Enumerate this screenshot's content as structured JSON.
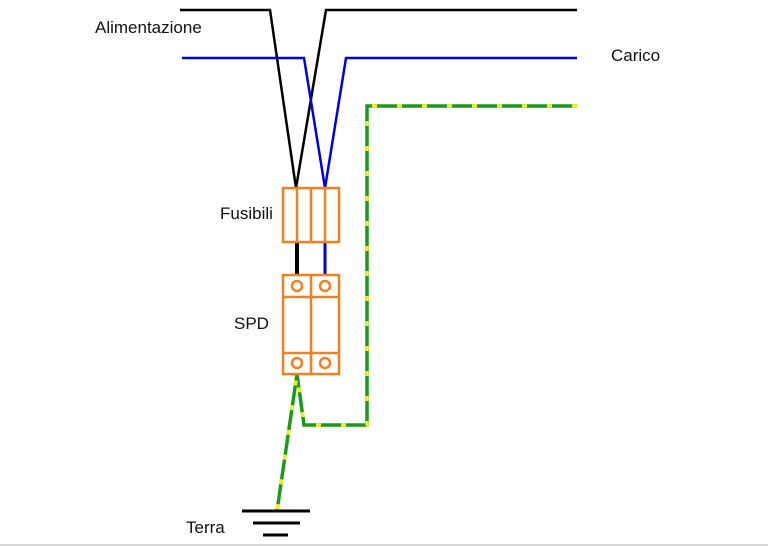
{
  "labels": {
    "supply": "Alimentazione",
    "load": "Carico",
    "fuses": "Fusibili",
    "spd": "SPD",
    "earth": "Terra"
  },
  "colors": {
    "phase": "#000000",
    "neutral": "#0000e0",
    "earth_green": "#1a9a1a",
    "earth_yellow": "#f0f020",
    "device": "#f08020"
  }
}
